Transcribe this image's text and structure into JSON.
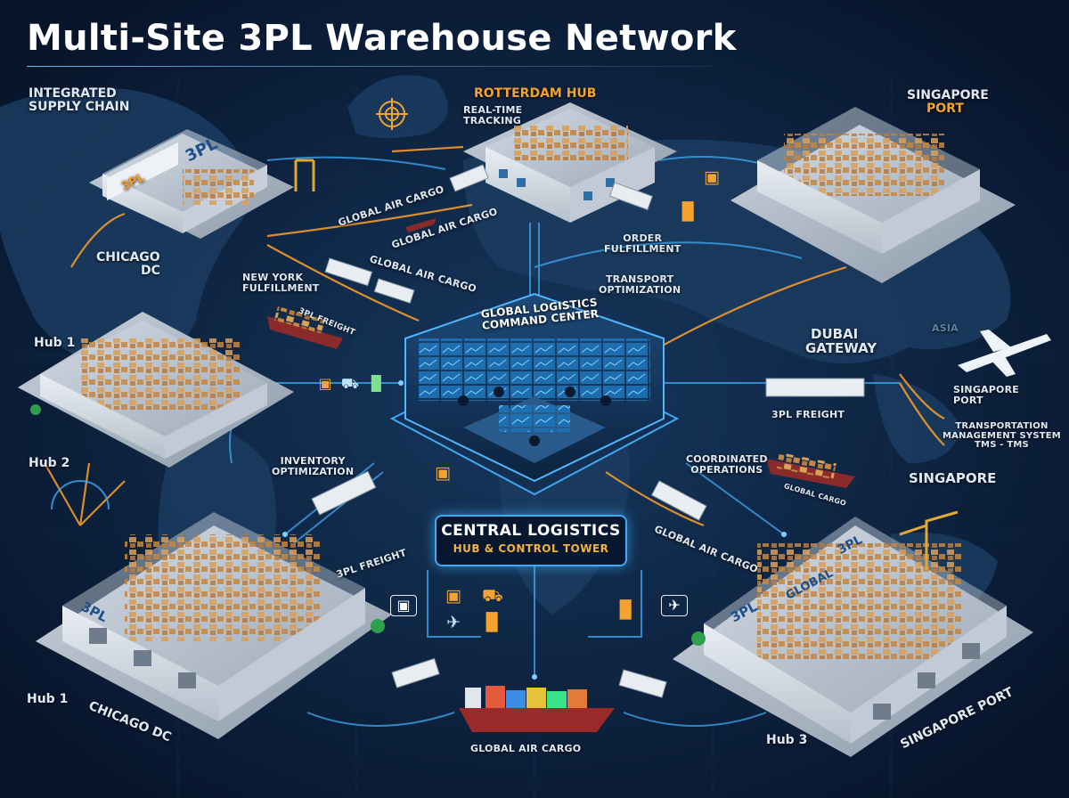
{
  "title": "Multi-Site 3PL Warehouse Network",
  "center": {
    "line1": "CENTRAL LOGISTICS",
    "line2": "HUB & CONTROL TOWER"
  },
  "command_center": {
    "line1": "GLOBAL LOGISTICS",
    "line2": "COMMAND CENTER"
  },
  "labels": {
    "integrated_1": "INTEGRATED",
    "integrated_2": "SUPPLY CHAIN",
    "rotterdam": "ROTTERDAM HUB",
    "realtime_1": "REAL-TIME",
    "realtime_2": "TRACKING",
    "singapore_port_top_1": "SINGAPORE",
    "singapore_port_top_2": "PORT",
    "global_air_cargo_a": "GLOBAL AIR CARGO",
    "global_air_cargo_b": "GLOBAL AIR CARGO",
    "chicago_dc_1": "CHICAGO",
    "chicago_dc_2": "DC",
    "global_air_cargo_c": "GLOBAL AIR CARGO",
    "new_york_1": "NEW YORK",
    "new_york_2": "FULFILLMENT",
    "order_1": "ORDER",
    "order_2": "FULFILLMENT",
    "transport_1": "TRANSPORT",
    "transport_2": "OPTIMIZATION",
    "ship_label_top": "3PL FREIGHT",
    "hub1_top": "Hub 1",
    "dubai_1": "DUBAI",
    "dubai_2": "GATEWAY",
    "asia": "ASIA",
    "singapore_port_mid_1": "SINGAPORE",
    "singapore_port_mid_2": "PORT",
    "tms_1": "TRANSPORTATION",
    "tms_2": "MANAGEMENT SYSTEM",
    "tms_3": "TMS - TMS",
    "freight_right": "3PL FREIGHT",
    "hub2": "Hub 2",
    "inventory_1": "INVENTORY",
    "inventory_2": "OPTIMIZATION",
    "coordinated_1": "COORDINATED",
    "coordinated_2": "OPERATIONS",
    "ship_label_right": "GLOBAL CARGO",
    "singapore_right": "SINGAPORE",
    "freight_left": "3PL FREIGHT",
    "global_air_cargo_d": "GLOBAL AIR CARGO",
    "hub1_bottom": "Hub 1",
    "chicago_dc_bottom": "CHICAGO DC",
    "global_air_cargo_bottom": "GLOBAL AIR CARGO",
    "hub3": "Hub 3",
    "singapore_port_bottom": "SINGAPORE PORT"
  },
  "signage": {
    "tpl": "3PL",
    "global": "GLOBAL"
  },
  "icons": {
    "box": "box-icon",
    "truck": "truck-icon",
    "plane": "plane-icon",
    "chart": "bar-chart-icon"
  },
  "colors": {
    "background": "#0a1a2e",
    "accent_blue": "#3fa9f5",
    "accent_orange": "#f3a32e",
    "text": "#dfe9f5"
  }
}
